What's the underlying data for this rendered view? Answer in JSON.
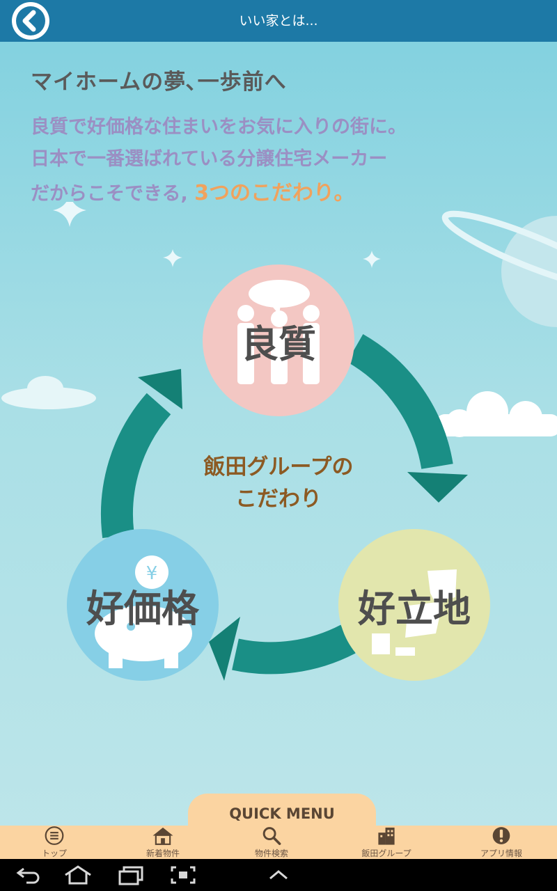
{
  "header": {
    "title": "いい家とは..."
  },
  "intro": {
    "headline": "マイホームの夢､一歩前へ",
    "line1": "良質で好価格な住まいをお気に入りの街に。",
    "line2": "日本で一番選ばれている分譲住宅メーカー",
    "line3": "だからこそできる,",
    "highlight": "3つのこだわり。"
  },
  "diagram": {
    "center_line1": "飯田グループの",
    "center_line2": "こだわり",
    "items": [
      {
        "label": "良質"
      },
      {
        "label": "好立地"
      },
      {
        "label": "好価格",
        "badge": "¥"
      }
    ]
  },
  "quick_menu": {
    "title": "QUICK MENU",
    "items": [
      {
        "label": "トップ",
        "icon": "menu-icon"
      },
      {
        "label": "新着物件",
        "icon": "house-icon"
      },
      {
        "label": "物件検索",
        "icon": "search-icon"
      },
      {
        "label": "飯田グループ",
        "icon": "building-icon"
      },
      {
        "label": "アプリ情報",
        "icon": "info-icon"
      }
    ]
  },
  "colors": {
    "header": "#1d79a6",
    "quality": "#f3c7c3",
    "price": "#86cfe6",
    "location": "#e2e6ad",
    "arrow": "#1a8f86",
    "highlight": "#f0a25d"
  }
}
